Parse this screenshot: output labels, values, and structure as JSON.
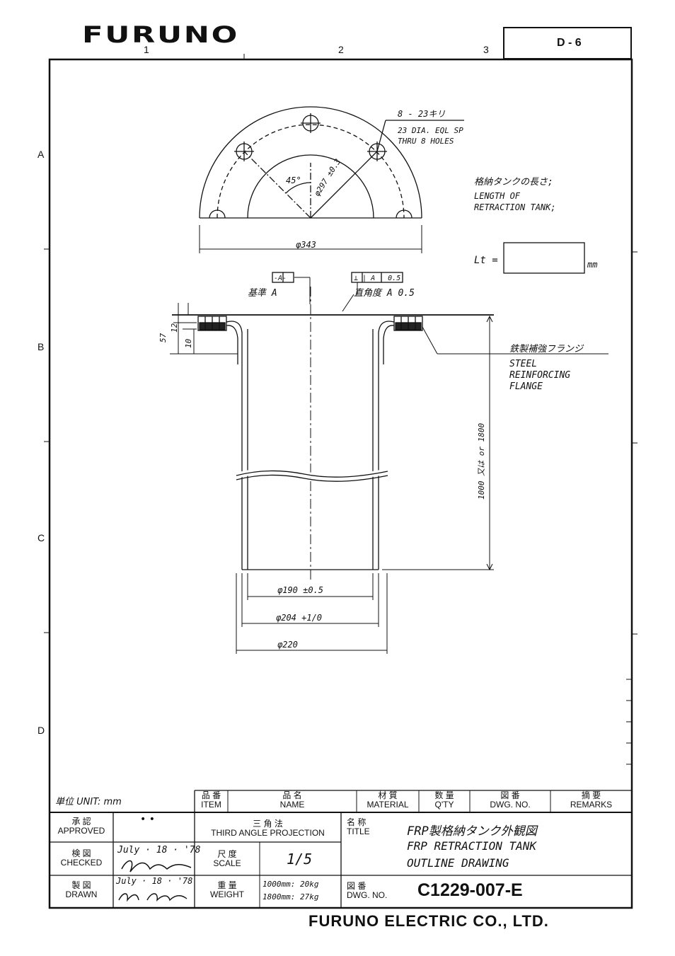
{
  "header": {
    "logo": "FURUNO",
    "sheet_id": "D - 6",
    "col_markers": [
      "1",
      "2",
      "3"
    ],
    "row_markers": [
      "A",
      "B",
      "C",
      "D"
    ]
  },
  "flange_view": {
    "hole_callout_jp": "8 - 23キリ",
    "hole_callout_1": "23 DIA. EQL SP",
    "hole_callout_2": "THRU 8 HOLES",
    "angle": "45°",
    "pcd": "φ297 ±0.3",
    "outer_dia": "φ343"
  },
  "length_note": {
    "jp": "格納タンクの長さ;",
    "en_1": "LENGTH OF",
    "en_2": "RETRACTION  TANK;",
    "lt_label": "Lt =",
    "lt_value": "",
    "unit": "mm"
  },
  "tank_view": {
    "datum_box": "-A-",
    "datum_label": "基準 A",
    "perp_box": "⊥ | A | 0.5",
    "perp_label": "直角度 A 0.5",
    "dim_57": "57",
    "dim_12": "12",
    "dim_10": "10",
    "flange_jp": "鉄製補強フランジ",
    "flange_en_1": "STEEL",
    "flange_en_2": "REINFORCING",
    "flange_en_3": "FLANGE",
    "length_dim": "1000 又は or 1800",
    "dia_inner": "φ190 ±0.5",
    "dia_mid": "φ204 +1/0",
    "dia_outer": "φ220"
  },
  "title_block": {
    "unit_label": "単位  UNIT: mm",
    "headers": [
      {
        "jp": "品 番",
        "en": "ITEM"
      },
      {
        "jp": "品          名",
        "en": "NAME"
      },
      {
        "jp": "材    質",
        "en": "MATERIAL"
      },
      {
        "jp": "数    量",
        "en": "Q'TY"
      },
      {
        "jp": "図    番",
        "en": "DWG. NO."
      },
      {
        "jp": "摘    要",
        "en": "REMARKS"
      }
    ],
    "approved_jp": "承  認",
    "approved_en": "APPROVED",
    "approved_marks": "•    •",
    "checked_jp": "検  図",
    "checked_en": "CHECKED",
    "checked_date": "July · 18 · '78",
    "drawn_jp": "製  図",
    "drawn_en": "DRAWN",
    "drawn_date": "July · 18 · '78",
    "projection_jp": "三   角   法",
    "projection_en": "THIRD ANGLE PROJECTION",
    "scale_jp": "尺  度",
    "scale_en": "SCALE",
    "scale_value": "1/5",
    "weight_jp": "重  量",
    "weight_en": "WEIGHT",
    "weight_1": "1000mm: 20kg",
    "weight_2": "1800mm: 27kg",
    "title_jp_label": "名  称",
    "title_en_label": "TITLE",
    "title_jp": "FRP製格納タンク外観図",
    "title_en_1": "FRP  RETRACTION  TANK",
    "title_en_2": "OUTLINE  DRAWING",
    "dwgno_jp": "図  番",
    "dwgno_en": "DWG. NO.",
    "dwg_number": "C1229-007-E"
  },
  "footer": {
    "company": "FURUNO ELECTRIC CO., LTD."
  }
}
